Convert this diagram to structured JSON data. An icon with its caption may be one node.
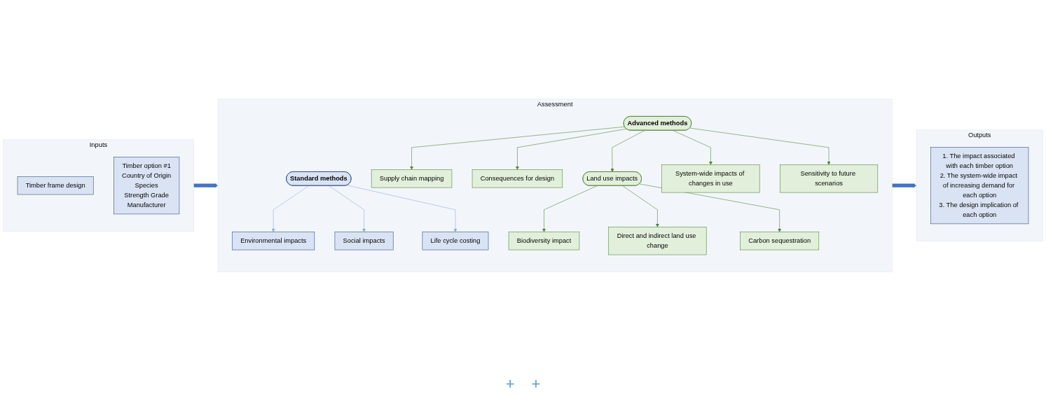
{
  "diagram": {
    "nodes": [
      {
        "text": [
          "Inputs"
        ]
      },
      {
        "text": [
          "Timber frame design"
        ],
        "in": 0
      },
      {
        "text": [
          "Timber option #1",
          "Country of Origin",
          "Species",
          "Strength Grade",
          "Manufacturer"
        ],
        "in": 0
      },
      {
        "text": [
          "Assessment"
        ]
      },
      {
        "text": [
          "Environmental impacts"
        ],
        "in": 3
      },
      {
        "text": [
          "Social impacts"
        ],
        "in": 3
      },
      {
        "text": [
          "Life cycle costing"
        ],
        "in": 3
      },
      {
        "text": [
          "Standard methods"
        ],
        "in": 3
      },
      {
        "text": [
          "Advanced methods"
        ],
        "in": 3
      },
      {
        "text": [
          "Supply chain mapping"
        ],
        "in": 3
      },
      {
        "text": [
          "System-wide impacts of changes in use"
        ],
        "in": 3
      },
      {
        "text": [
          "Consequences for design"
        ],
        "in": 3
      },
      {
        "text": [
          "Land use impacts"
        ],
        "in": 3
      },
      {
        "text": [
          "Sensitivity to future scenarios"
        ],
        "in": 3
      },
      {
        "text": [
          "Biodiversity impact"
        ],
        "in": 3
      },
      {
        "text": [
          "Direct and indirect land use change"
        ],
        "in": 3
      },
      {
        "text": [
          "Carbon sequestration"
        ],
        "in": 3
      },
      {
        "text": [
          "Outputs"
        ]
      },
      {
        "text": [
          "1. The impact associated with each timber option",
          "2. The system-wide impact of increasing demand for each option",
          "3. The design implication of each option"
        ],
        "in": 17
      }
    ],
    "edges": [
      {
        "from": 0,
        "to": 3,
        "arrow": "to",
        "style": "thick",
        "color": "#4472c4"
      },
      {
        "from": 3,
        "to": 17,
        "arrow": "to",
        "style": "thick",
        "color": "#4472c4"
      },
      {
        "from": 7,
        "to": 4,
        "arrow": "to",
        "color": "#8eaadb"
      },
      {
        "from": 7,
        "to": 5,
        "arrow": "to",
        "color": "#8eaadb"
      },
      {
        "from": 7,
        "to": 6,
        "arrow": "to",
        "color": "#8eaadb"
      },
      {
        "from": 8,
        "to": 9,
        "arrow": "to"
      },
      {
        "from": 8,
        "to": 11,
        "arrow": "to"
      },
      {
        "from": 8,
        "to": 12,
        "arrow": "to"
      },
      {
        "from": 8,
        "to": 10,
        "arrow": "to"
      },
      {
        "from": 8,
        "to": 13,
        "arrow": "to"
      },
      {
        "from": 12,
        "to": 14,
        "arrow": "to"
      },
      {
        "from": 12,
        "to": 15,
        "arrow": "to"
      },
      {
        "from": 12,
        "to": 16,
        "arrow": "to"
      }
    ],
    "labels": [
      "+",
      "+"
    ]
  }
}
